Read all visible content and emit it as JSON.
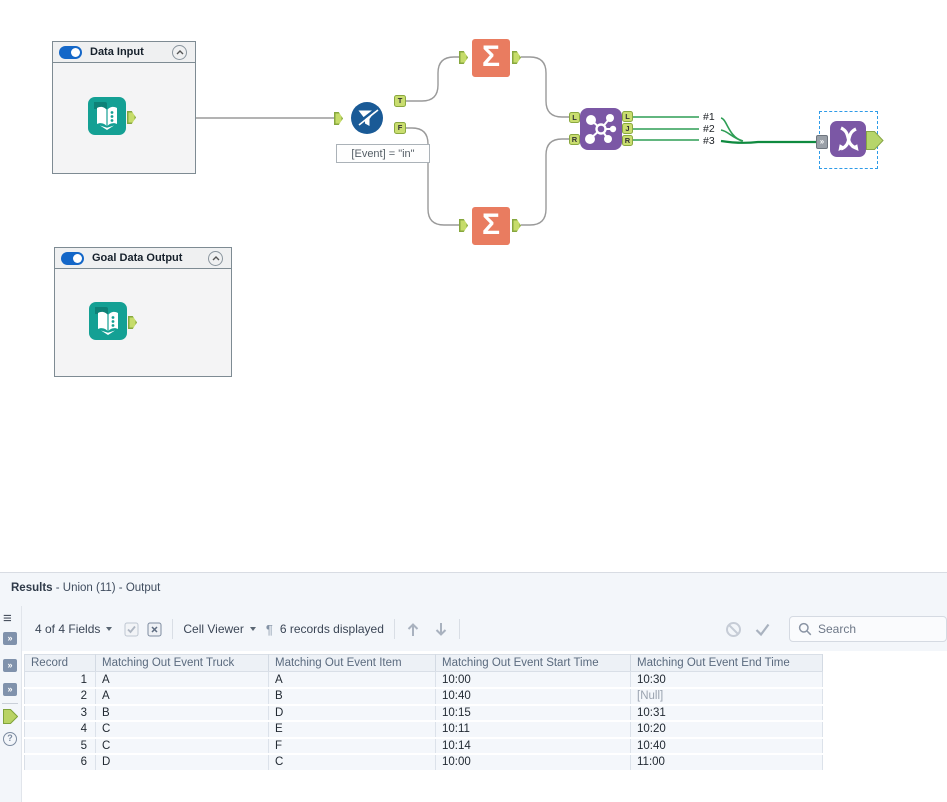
{
  "canvas": {
    "containers": [
      {
        "title": "Data Input"
      },
      {
        "title": "Goal Data Output"
      }
    ],
    "filter_annotation": "[Event] = \"in\"",
    "filter_anchors": [
      "T",
      "F"
    ],
    "join_in_anchors": [
      "L",
      "R"
    ],
    "join_out_anchors": [
      "L",
      "J",
      "R"
    ],
    "connection_labels": [
      "#1",
      "#2",
      "#3"
    ]
  },
  "icons": {
    "sigma_glyph": "Σ",
    "list_glyph": "≡",
    "dock_glyph": "»",
    "pilcrow_glyph": "¶",
    "help_glyph": "?"
  },
  "results": {
    "title_bold": "Results",
    "title_rest": " - Union (11) - Output",
    "toolbar": {
      "fields_dropdown": "4 of 4 Fields",
      "cell_viewer_dropdown": "Cell Viewer",
      "records_displayed": "6 records displayed",
      "search_placeholder": "Search"
    },
    "table": {
      "columns": [
        "Record",
        "Matching Out Event Truck",
        "Matching Out Event Item",
        "Matching Out Event Start Time",
        "Matching Out Event End Time"
      ],
      "rows": [
        [
          "1",
          "A",
          "A",
          "10:00",
          "10:30"
        ],
        [
          "2",
          "A",
          "B",
          "10:40",
          "[Null]"
        ],
        [
          "3",
          "B",
          "D",
          "10:15",
          "10:31"
        ],
        [
          "4",
          "C",
          "E",
          "10:11",
          "10:20"
        ],
        [
          "5",
          "C",
          "F",
          "10:14",
          "10:40"
        ],
        [
          "6",
          "D",
          "C",
          "10:00",
          "11:00"
        ]
      ],
      "null_display": "[Null]"
    }
  },
  "colors": {
    "tool_teal": "#14a094",
    "tool_blue": "#1a5a96",
    "tool_orange": "#e97c60",
    "tool_purple": "#7b57a5",
    "anchor_green": "#c6dc6a",
    "wire_green": "#2e9e55",
    "wire_green_dark": "#0f8a3f",
    "selection_blue": "#2e9be8",
    "toggle_blue": "#1467c8"
  }
}
